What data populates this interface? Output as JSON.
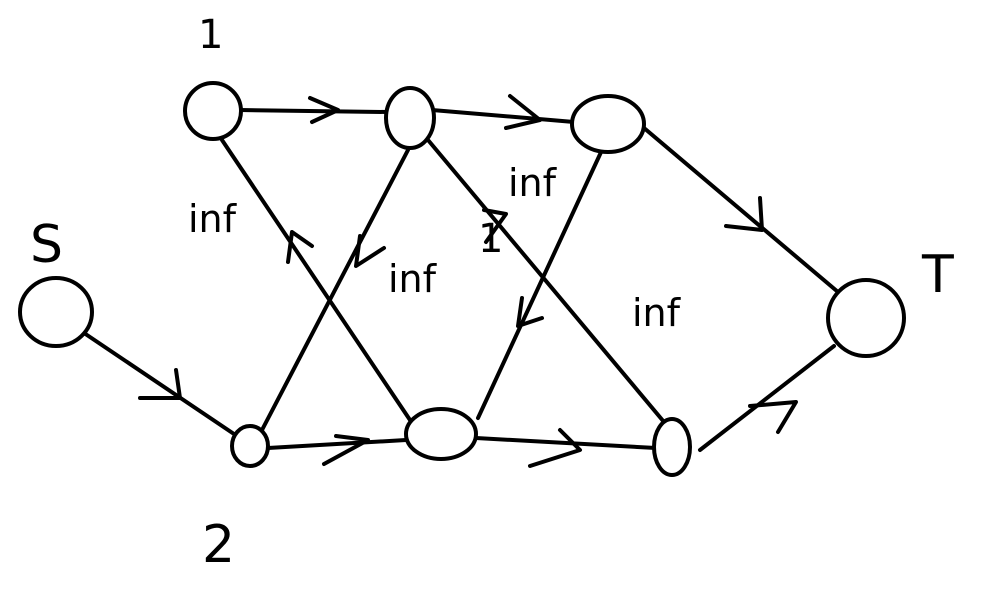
{
  "diagram": {
    "nodes": [
      {
        "id": "S",
        "label": "S"
      },
      {
        "id": "1",
        "label": "1"
      },
      {
        "id": "2",
        "label": "2"
      },
      {
        "id": "T",
        "label": "T"
      },
      {
        "id": "A",
        "label": ""
      },
      {
        "id": "B",
        "label": ""
      },
      {
        "id": "C",
        "label": ""
      },
      {
        "id": "D",
        "label": ""
      },
      {
        "id": "E",
        "label": ""
      }
    ],
    "edges": [
      {
        "from": "S",
        "to": "2",
        "label": ""
      },
      {
        "from": "1",
        "to": "A",
        "label": ""
      },
      {
        "from": "A",
        "to": "B",
        "label": ""
      },
      {
        "from": "2",
        "to": "C",
        "label": ""
      },
      {
        "from": "C",
        "to": "D",
        "label": ""
      },
      {
        "from": "B",
        "to": "T",
        "label": ""
      },
      {
        "from": "D",
        "to": "T",
        "label": ""
      },
      {
        "from": "C",
        "to": "1",
        "label": "inf"
      },
      {
        "from": "A",
        "to": "2",
        "label": "inf"
      },
      {
        "from": "B",
        "to": "C",
        "label": "inf"
      },
      {
        "from": "A",
        "to": "D",
        "label": "inf"
      }
    ],
    "extra_marks": [
      "1"
    ]
  }
}
